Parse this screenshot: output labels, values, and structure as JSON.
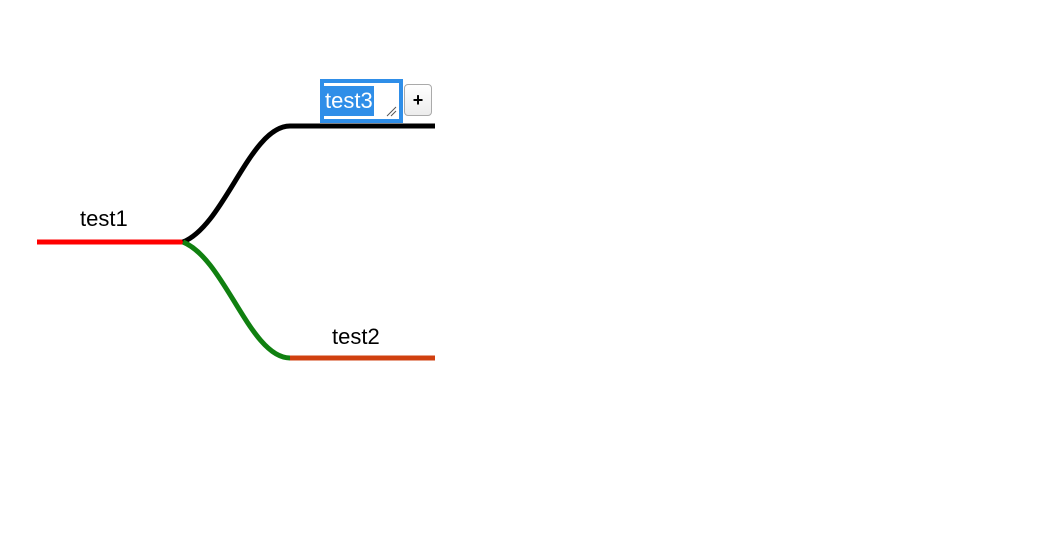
{
  "mindmap": {
    "root": {
      "label": "test1",
      "color": "#ff0000"
    },
    "children": [
      {
        "label": "test3",
        "color": "#000000",
        "connector_color": "#000000",
        "editing": true
      },
      {
        "label": "test2",
        "color": "#d04010",
        "connector_color": "#108010"
      }
    ]
  },
  "editor": {
    "value": "test3",
    "selection_color": "#2f8ee8",
    "add_button_label": "+"
  }
}
